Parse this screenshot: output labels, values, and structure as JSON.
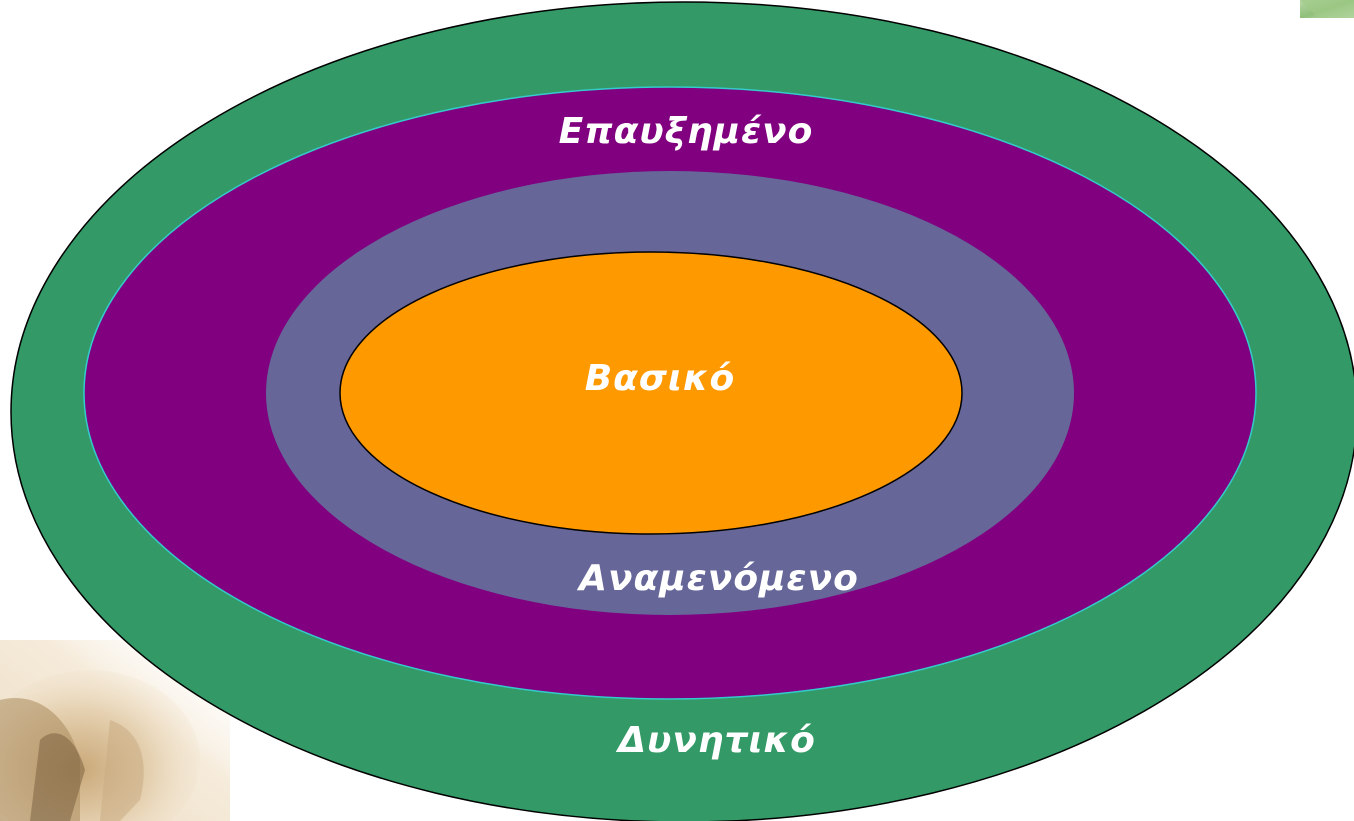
{
  "diagram": {
    "type": "nested-ellipses",
    "rings": [
      {
        "id": "potential",
        "label": "Δυνητικό",
        "fill": "#339966"
      },
      {
        "id": "augmented",
        "label": "Επαυξημένο",
        "fill": "#800080"
      },
      {
        "id": "expected",
        "label": "Αναμενόμενο",
        "fill": "#666699"
      },
      {
        "id": "basic",
        "label": "Βασικό",
        "fill": "#ff9900"
      }
    ],
    "label_color": "#ffffff",
    "outline_color": "#000000",
    "inner_outline_color": "#33cccc"
  },
  "decorations": {
    "top_right_corner": "leaf-photo-fragment",
    "bottom_left_corner": "faded-portrait-photo"
  }
}
